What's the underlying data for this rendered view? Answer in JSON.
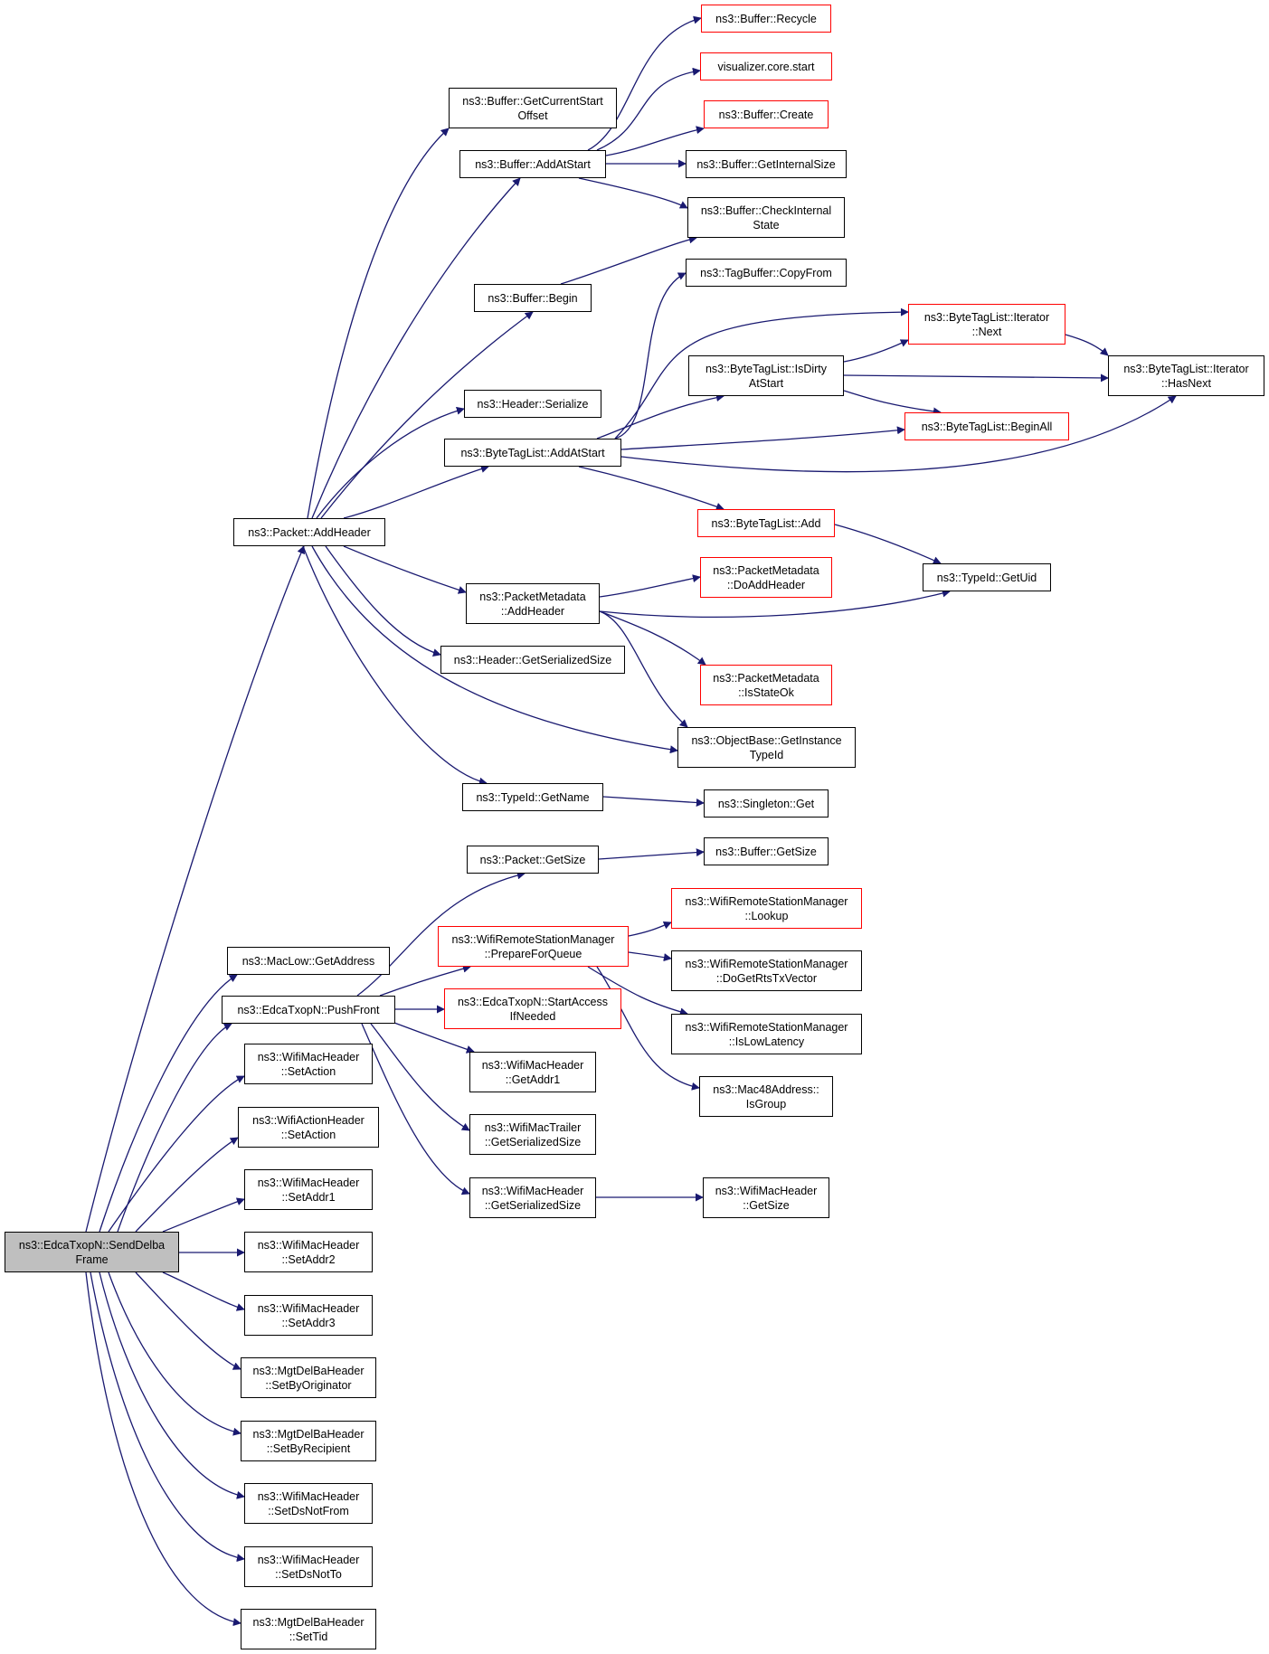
{
  "colors": {
    "edge": "#191970",
    "border_default": "#000000",
    "border_truncated": "#ff0000",
    "root_fill": "#bfbfbf"
  },
  "nodes": {
    "root": "ns3::EdcaTxopN::SendDelba\nFrame",
    "packet_addheader": "ns3::Packet::AddHeader",
    "buffer_getcurrentstartoffset": "ns3::Buffer::GetCurrentStart\nOffset",
    "buffer_addatstart": "ns3::Buffer::AddAtStart",
    "buffer_begin": "ns3::Buffer::Begin",
    "header_serialize": "ns3::Header::Serialize",
    "bytetaglist_addatstart": "ns3::ByteTagList::AddAtStart",
    "packetmetadata_addheader": "ns3::PacketMetadata\n::AddHeader",
    "header_getserializedsize": "ns3::Header::GetSerializedSize",
    "typeid_getname": "ns3::TypeId::GetName",
    "buffer_recycle": "ns3::Buffer::Recycle",
    "visualizer_core_start": "visualizer.core.start",
    "buffer_create": "ns3::Buffer::Create",
    "buffer_getinternalsize": "ns3::Buffer::GetInternalSize",
    "buffer_checkinternalstate": "ns3::Buffer::CheckInternal\nState",
    "tagbuffer_copyfrom": "ns3::TagBuffer::CopyFrom",
    "bytetaglist_isdirtyatstart": "ns3::ByteTagList::IsDirty\nAtStart",
    "bytetaglist_iterator_next": "ns3::ByteTagList::Iterator\n::Next",
    "bytetaglist_iterator_hasnext": "ns3::ByteTagList::Iterator\n::HasNext",
    "bytetaglist_beginall": "ns3::ByteTagList::BeginAll",
    "bytetaglist_add": "ns3::ByteTagList::Add",
    "typeid_getuid": "ns3::TypeId::GetUid",
    "packetmetadata_doaddheader": "ns3::PacketMetadata\n::DoAddHeader",
    "packetmetadata_isstateok": "ns3::PacketMetadata\n::IsStateOk",
    "objectbase_getinstancetypeid": "ns3::ObjectBase::GetInstance\nTypeId",
    "singleton_get": "ns3::Singleton::Get",
    "packet_getsize": "ns3::Packet::GetSize",
    "buffer_getsize": "ns3::Buffer::GetSize",
    "maclow_getaddress": "ns3::MacLow::GetAddress",
    "edcatxopn_pushfront": "ns3::EdcaTxopN::PushFront",
    "wrsm_prepareforqueue": "ns3::WifiRemoteStationManager\n::PrepareForQueue",
    "wrsm_lookup": "ns3::WifiRemoteStationManager\n::Lookup",
    "wrsm_dogetrtstxvector": "ns3::WifiRemoteStationManager\n::DoGetRtsTxVector",
    "wrsm_islowlatency": "ns3::WifiRemoteStationManager\n::IsLowLatency",
    "mac48address_isgroup": "ns3::Mac48Address::\nIsGroup",
    "edcatxopn_startaccessifneeded": "ns3::EdcaTxopN::StartAccess\nIfNeeded",
    "wifimacheader_getaddr1": "ns3::WifiMacHeader\n::GetAddr1",
    "wifimactrailer_getserializedsize": "ns3::WifiMacTrailer\n::GetSerializedSize",
    "wifimacheader_getserializedsize": "ns3::WifiMacHeader\n::GetSerializedSize",
    "wifimacheader_getsize": "ns3::WifiMacHeader\n::GetSize",
    "wifimacheader_setaction": "ns3::WifiMacHeader\n::SetAction",
    "wifiactionheader_setaction": "ns3::WifiActionHeader\n::SetAction",
    "wifimacheader_setaddr1": "ns3::WifiMacHeader\n::SetAddr1",
    "wifimacheader_setaddr2": "ns3::WifiMacHeader\n::SetAddr2",
    "wifimacheader_setaddr3": "ns3::WifiMacHeader\n::SetAddr3",
    "mgtdelbaheader_setbyoriginator": "ns3::MgtDelBaHeader\n::SetByOriginator",
    "mgtdelbaheader_setbyrecipient": "ns3::MgtDelBaHeader\n::SetByRecipient",
    "wifimacheader_setdsnotfrom": "ns3::WifiMacHeader\n::SetDsNotFrom",
    "wifimacheader_setdsnotto": "ns3::WifiMacHeader\n::SetDsNotTo",
    "mgtdelbaheader_settid": "ns3::MgtDelBaHeader\n::SetTid"
  }
}
